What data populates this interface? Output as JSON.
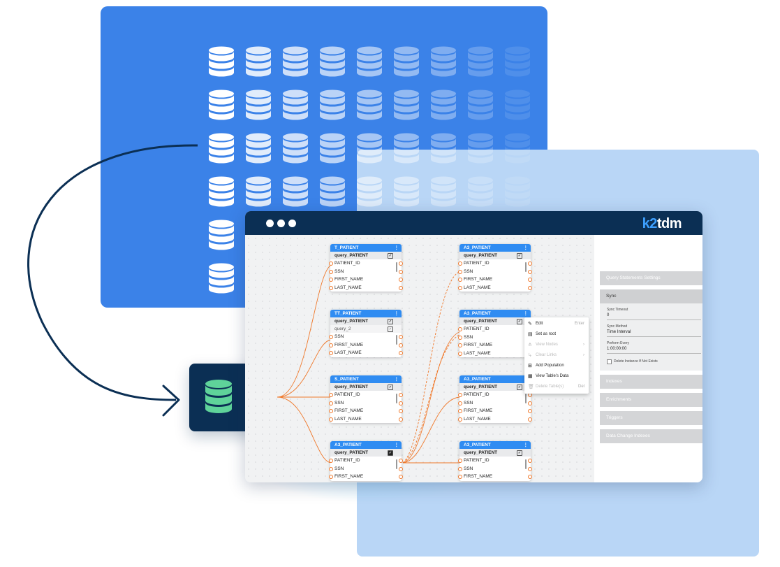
{
  "app": {
    "logo_prefix": "k2",
    "logo_suffix": "tdm"
  },
  "tables": [
    {
      "title": "T_PATIENT",
      "query": "query_PATIENT",
      "fields": [
        "PATIENT_ID",
        "SSN",
        "FIRST_NAME",
        "LAST_NAME"
      ]
    },
    {
      "title": "TT_PATIENT",
      "query": "query_PATIENT",
      "subquery": "query_2",
      "fields": [
        "SSN",
        "FIRST_NAME",
        "LAST_NAME"
      ]
    },
    {
      "title": "S_PATIENT",
      "query": "query_PATIENT",
      "fields": [
        "PATIENT_ID",
        "SSN",
        "FIRST_NAME",
        "LAST_NAME"
      ]
    },
    {
      "title": "A3_PATIENT",
      "query": "query_PATIENT",
      "fields": [
        "PATIENT_ID",
        "SSN",
        "FIRST_NAME"
      ]
    },
    {
      "title": "A3_PATIENT",
      "query": "query_PATIENT",
      "fields": [
        "PATIENT_ID",
        "SSN",
        "FIRST_NAME",
        "LAST_NAME"
      ]
    },
    {
      "title": "A3_PATIENT",
      "query": "query_PATIENT",
      "fields": [
        "PATIENT_ID",
        "SSN",
        "FIRST_NAME",
        "LAST_NAME"
      ]
    },
    {
      "title": "A3_PATIENT",
      "query": "query_PATIENT",
      "fields": [
        "PATIENT_ID",
        "SSN",
        "FIRST_NAME",
        "LAST_NAME"
      ]
    },
    {
      "title": "A3_PATIENT",
      "query": "query_PATIENT",
      "fields": [
        "PATIENT_ID",
        "SSN",
        "FIRST_NAME"
      ]
    }
  ],
  "context_menu": [
    {
      "label": "Edit",
      "shortcut": "Enter",
      "icon": "pencil-icon",
      "enabled": true
    },
    {
      "label": "Set as root",
      "shortcut": "",
      "icon": "root-icon",
      "enabled": true
    },
    {
      "label": "View Nodes",
      "shortcut": "›",
      "icon": "nodes-icon",
      "enabled": false
    },
    {
      "label": "Clear Links",
      "shortcut": "›",
      "icon": "link-icon",
      "enabled": false
    },
    {
      "label": "Add Population",
      "shortcut": "",
      "icon": "population-icon",
      "enabled": true
    },
    {
      "label": "View Table's Data",
      "shortcut": "",
      "icon": "table-data-icon",
      "enabled": true
    },
    {
      "label": "Delete Table(s)",
      "shortcut": "Del",
      "icon": "trash-icon",
      "enabled": false
    }
  ],
  "right_panel": {
    "sections": [
      "Query Statements Settings",
      "Sync",
      "Indexes",
      "Enrichments",
      "Triggers",
      "Data Change Indexes"
    ],
    "sync": {
      "timeout_label": "Sync Timeout",
      "timeout_value": "0",
      "method_label": "Sync Method",
      "method_value": "Time Interval",
      "perform_label": "Perform Every",
      "perform_value": "1:00:00:00",
      "checkbox_label": "Delete Instance If Not Exists"
    }
  },
  "colors": {
    "hero_blue": "#3b82e8",
    "navy": "#0b2f54",
    "table_header": "#2f8cf2",
    "link_orange": "#f0782a",
    "db_green": "#5fd39a"
  }
}
